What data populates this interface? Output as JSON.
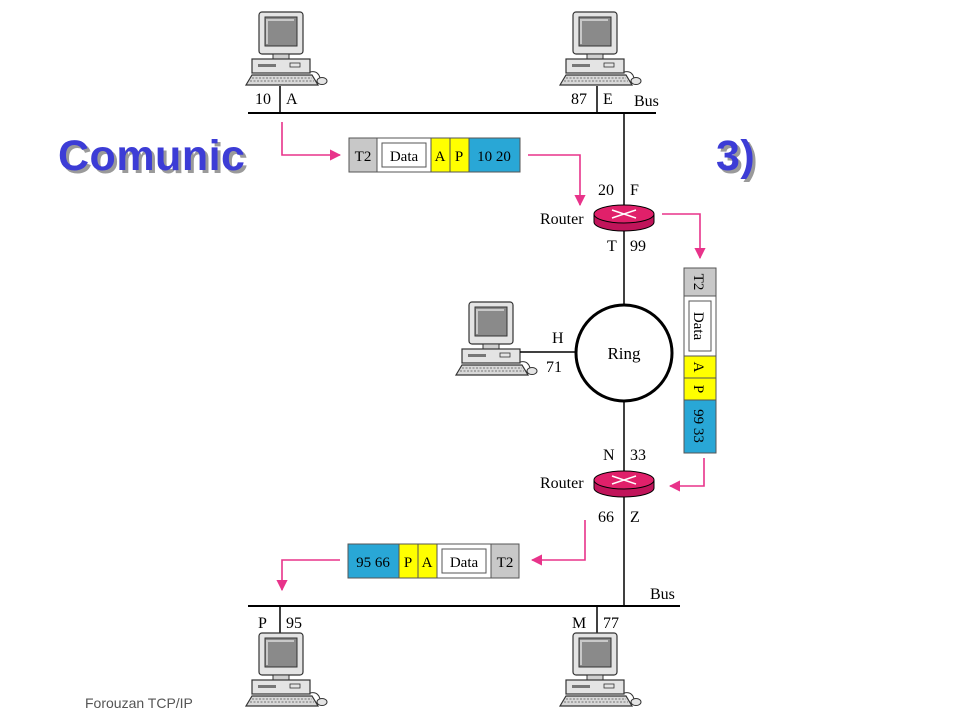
{
  "title": {
    "left": "Comunic",
    "right": "3)"
  },
  "footer": "Forouzan TCP/IP",
  "colors": {
    "arrow": "#e8338a",
    "router": "#e0206a",
    "address_bg": "#29a7d6",
    "header_bg": "#c8c8c8",
    "ap_bg": "#ffff00",
    "title": "#3c3cd6"
  },
  "networks": {
    "top_bus": "Bus",
    "bottom_bus": "Bus",
    "ring": "Ring"
  },
  "hosts": {
    "A": {
      "name": "A",
      "address": "10"
    },
    "E": {
      "name": "E",
      "address": "87"
    },
    "H": {
      "name": "H",
      "address": "71"
    },
    "P": {
      "name": "P",
      "address": "95"
    },
    "M": {
      "name": "M",
      "address": "77"
    }
  },
  "routers": {
    "upper": {
      "label": "Router",
      "top_name": "F",
      "top_address": "20",
      "bottom_name": "T",
      "bottom_address": "99"
    },
    "lower": {
      "label": "Router",
      "top_name": "N",
      "top_address": "33",
      "bottom_name": "Z",
      "bottom_address": "66"
    }
  },
  "frames": {
    "frame1": {
      "trailer": "T2",
      "data": "Data",
      "a": "A",
      "p": "P",
      "addresses": "10 20"
    },
    "frame2": {
      "trailer": "T2",
      "data": "Data",
      "a": "A",
      "p": "P",
      "addresses": "99 33"
    },
    "frame3": {
      "addresses": "95 66",
      "p": "P",
      "a": "A",
      "data": "Data",
      "trailer": "T2"
    }
  }
}
